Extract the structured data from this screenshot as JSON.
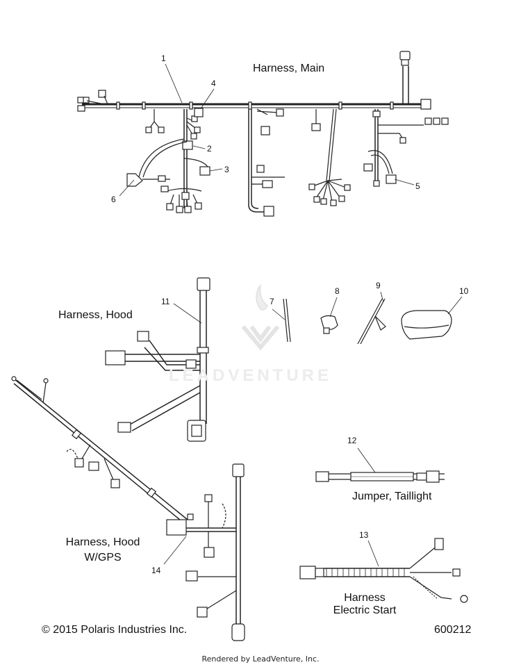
{
  "titles": {
    "harness_main": "Harness, Main",
    "harness_hood": "Harness, Hood",
    "harness_hood_gps_line1": "Harness, Hood",
    "harness_hood_gps_line2": "W/GPS",
    "jumper_taillight": "Jumper, Taillight",
    "harness_electric_start_line1": "Harness",
    "harness_electric_start_line2": "Electric Start"
  },
  "callouts": {
    "c1": "1",
    "c2": "2",
    "c3": "3",
    "c4": "4",
    "c5": "5",
    "c6": "6",
    "c7": "7",
    "c8": "8",
    "c9": "9",
    "c10": "10",
    "c11": "11",
    "c12": "12",
    "c13": "13",
    "c14": "14"
  },
  "copyright": "© 2015 Polaris Industries Inc.",
  "diagram_id": "600212",
  "watermark": "LEADVENTURE",
  "footer": "Rendered by LeadVenture, Inc."
}
